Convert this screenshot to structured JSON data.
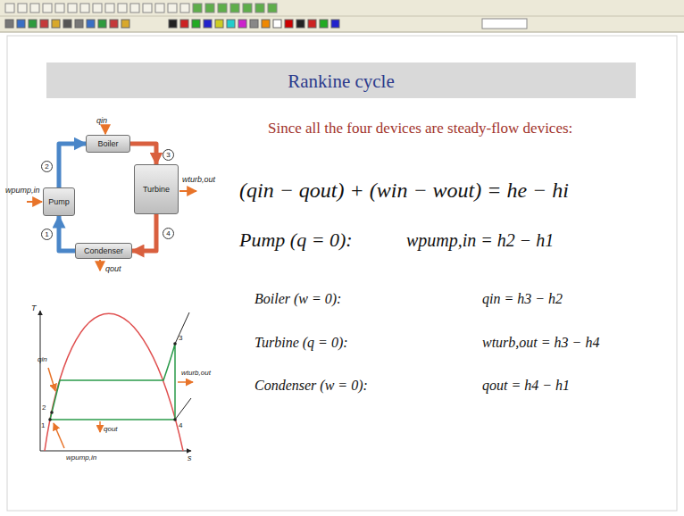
{
  "diagram": {
    "title": "Rankine cycle",
    "nodes": [
      {
        "text": [
          "Boiler"
        ]
      },
      {
        "text": [
          "Turbine"
        ]
      },
      {
        "text": [
          "Pump"
        ]
      },
      {
        "text": [
          "Condenser"
        ]
      }
    ],
    "edges": [
      {
        "from": 2,
        "to": 0,
        "label": "2",
        "arrow": "to"
      },
      {
        "from": 0,
        "to": 1,
        "label": "3",
        "arrow": "to"
      },
      {
        "from": 1,
        "to": 3,
        "label": "4",
        "arrow": "to"
      },
      {
        "from": 3,
        "to": 2,
        "label": "1",
        "arrow": "to"
      }
    ],
    "labels": [
      "Since all the four devices are steady-flow devices:",
      "(qin − qout) + (win − wout) = he − hi",
      "Pump (q = 0):",
      "wpump,in = h2 − h1",
      "Boiler (w = 0):",
      "qin = h3 − h2",
      "Turbine (q = 0):",
      "wturb,out = h3 − h4",
      "Condenser (w = 0):",
      "qout = h4 − h1",
      "qin",
      "wturb,out",
      "qout",
      "wpump,in",
      "T",
      "s",
      "qin",
      "wturb,out",
      "qout",
      "wpump,in",
      "1",
      "2",
      "3",
      "4"
    ]
  }
}
